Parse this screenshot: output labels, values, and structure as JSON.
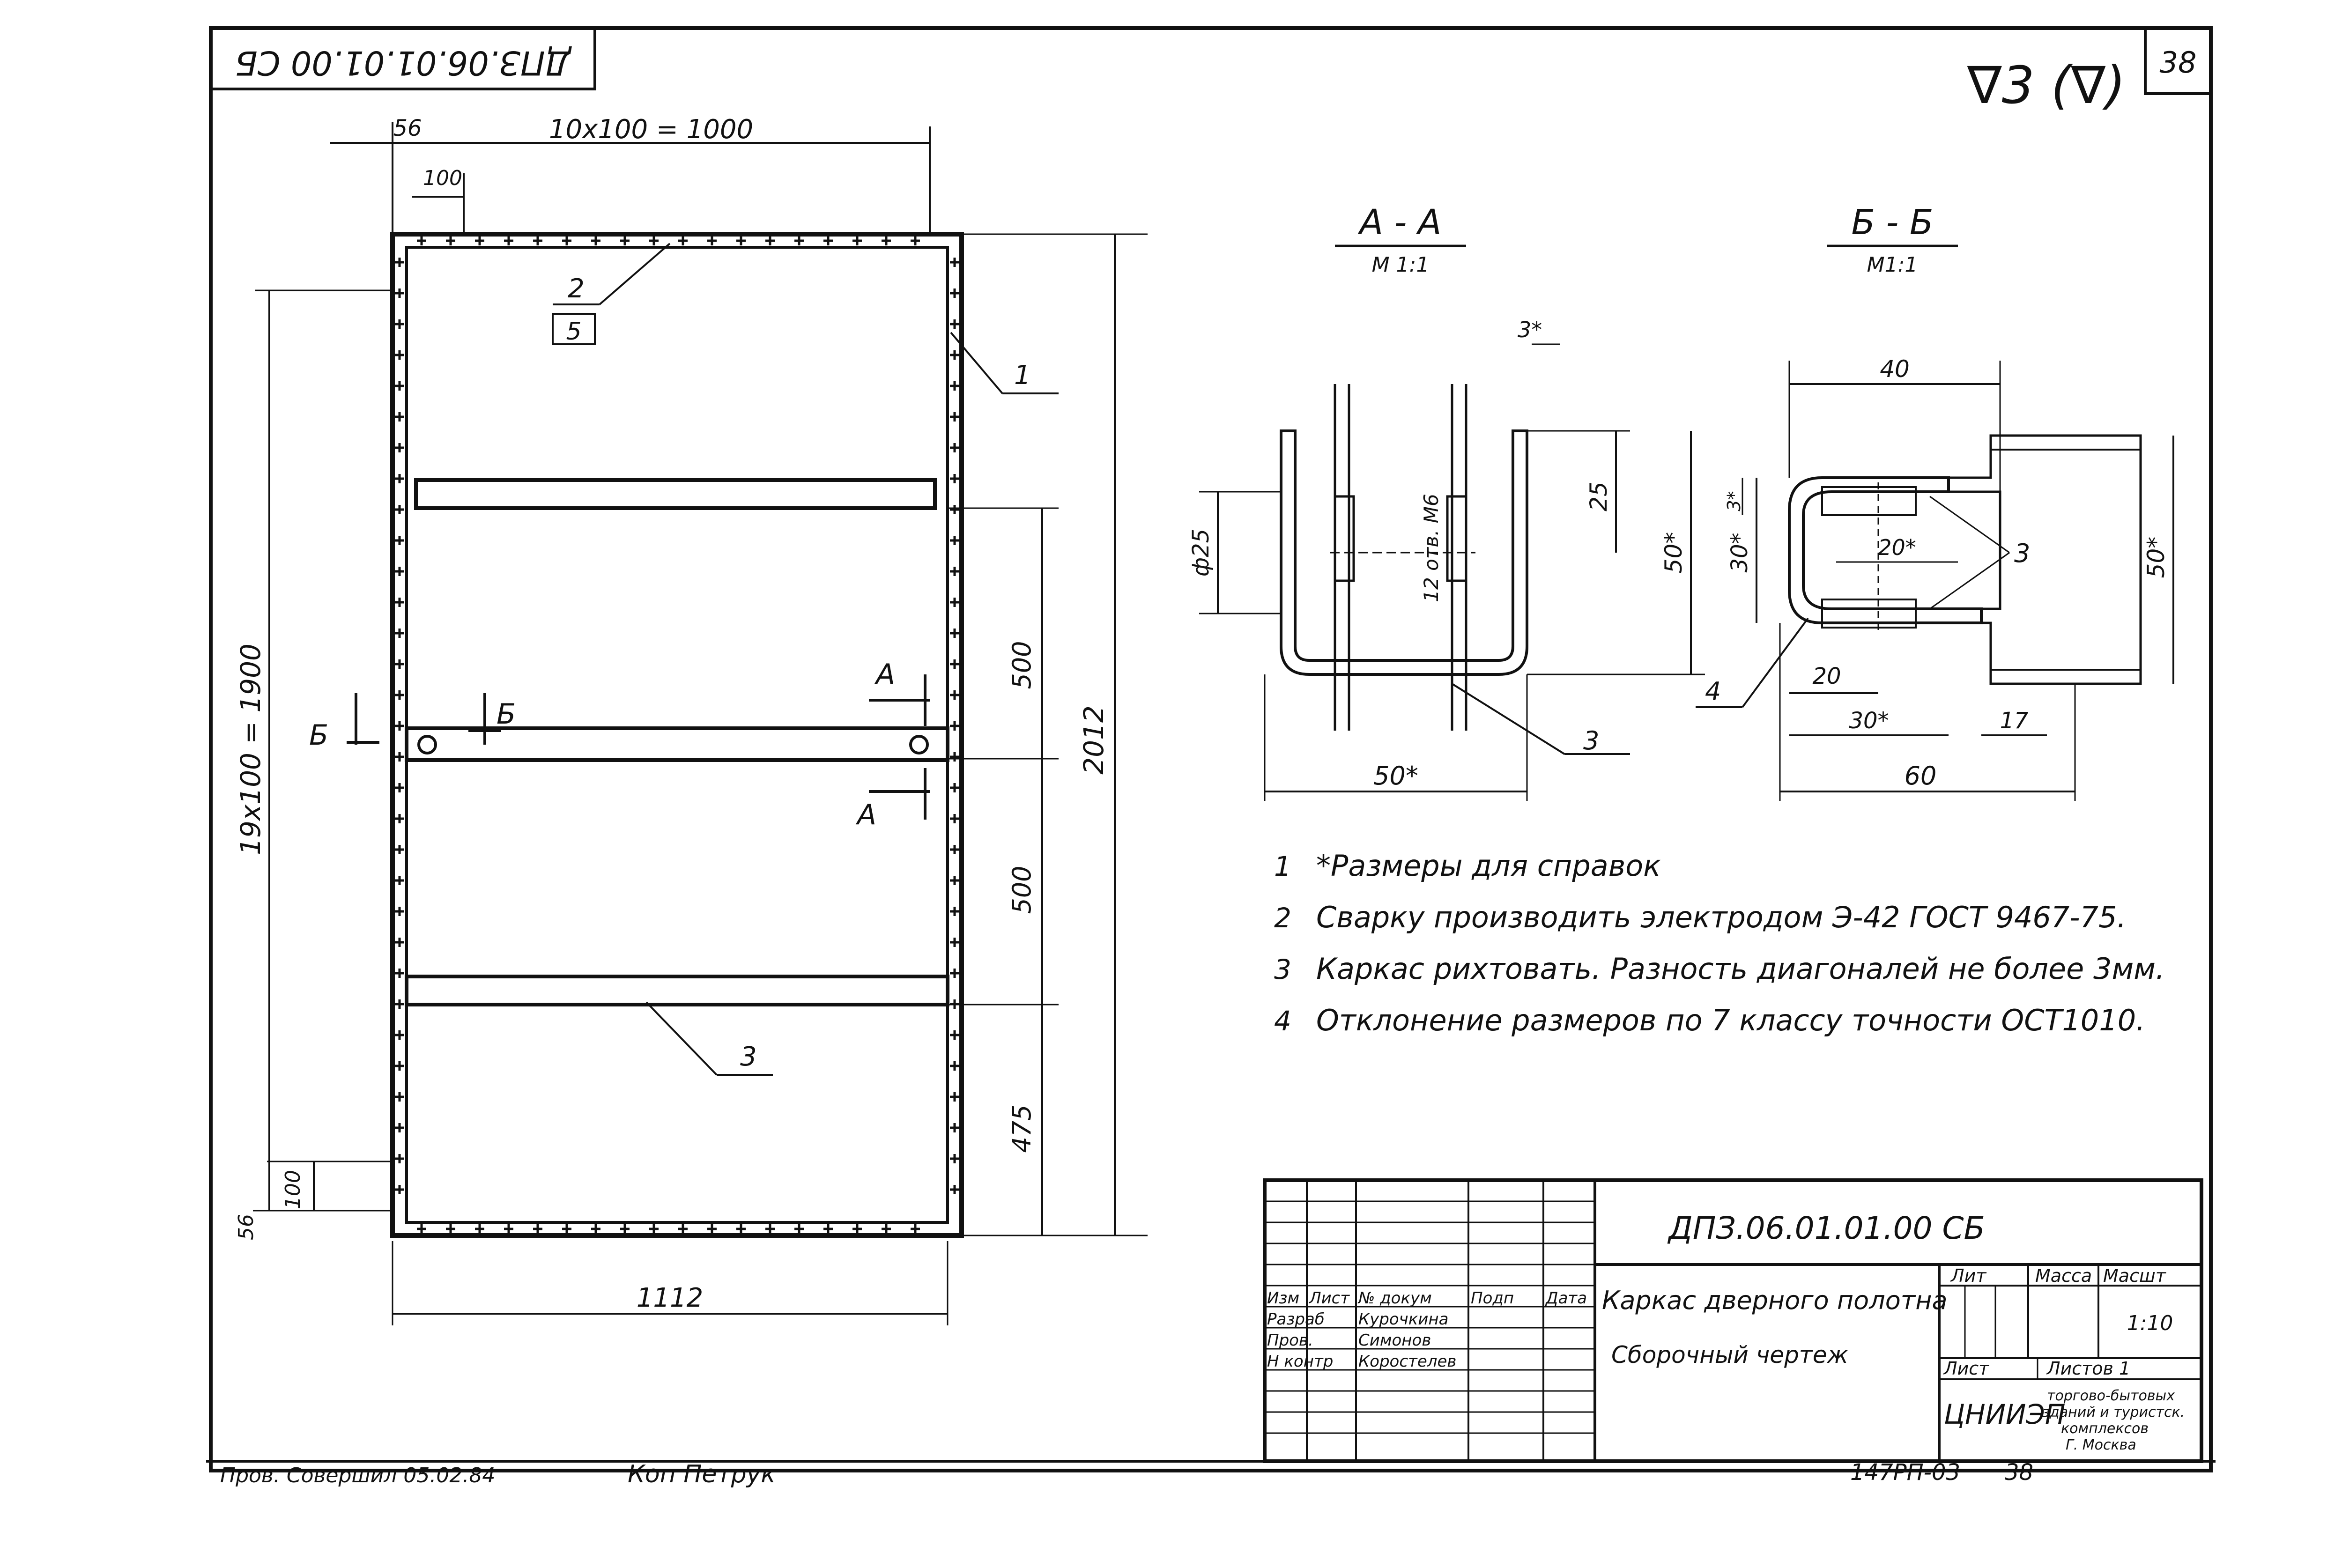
{
  "sheet": {
    "code_rotated": "ДПЗ.06.01.01.00 СБ",
    "sheet_no": "38",
    "roughness": "∇3 (∇)"
  },
  "frame_view": {
    "dim_top": "10х100 = 1000",
    "dim_56_top": "56",
    "dim_100_top": "100",
    "dim_left": "19х100 = 1900",
    "dim_right": "2012",
    "dim_500_a": "500",
    "dim_500_b": "500",
    "dim_475": "475",
    "dim_100_bottom": "100",
    "dim_56_bottom": "56",
    "dim_bottom": "1112",
    "leader_1": "1",
    "leader_2_top": "2",
    "leader_2_bottom": "5",
    "leader_3": "3",
    "section_A": "А",
    "section_B": "Б"
  },
  "section_aa": {
    "title": "А - А",
    "scale": "М 1:1",
    "dim_3": "3*",
    "dim_25": "25",
    "dim_50v": "50*",
    "dim_phi25": "ф25",
    "hole_note": "12 отв. М6",
    "dim_50h": "50*",
    "weld": "3"
  },
  "section_bb": {
    "title": "Б - Б",
    "scale": "М1:1",
    "dim_40": "40",
    "dim_3": "3*",
    "dim_30v": "30*",
    "dim_50v": "50*",
    "dim_20_inner": "20*",
    "weld": "3",
    "leader_4": "4",
    "dim_20": "20",
    "dim_30h": "30*",
    "dim_17": "17",
    "dim_60": "60"
  },
  "notes": [
    {
      "num": "1",
      "text": "*Размеры для справок"
    },
    {
      "num": "2",
      "text": "Сварку производить электродом Э-42 ГОСТ 9467-75."
    },
    {
      "num": "3",
      "text": "Каркас рихтовать. Разность диагоналей не более 3мм."
    },
    {
      "num": "4",
      "text": "Отклонение размеров по 7 классу точности ОСТ1010."
    }
  ],
  "title_block": {
    "designation": "ДПЗ.06.01.01.00 СБ",
    "cols": [
      "Изм",
      "Лист",
      "№ докум",
      "Подп",
      "Дата"
    ],
    "rows": [
      {
        "role": "Разраб",
        "name": "Курочкина"
      },
      {
        "role": "Пров.",
        "name": "Симонов"
      },
      {
        "role": "Н контр",
        "name": "Коростелев"
      }
    ],
    "name_line1": "Каркас дверного полотна",
    "name_line2": "Сборочный чертеж",
    "lit": "Лит",
    "mass": "Масса",
    "scale_h": "Масшт",
    "scale_v": "1:10",
    "sheet": "Лист",
    "sheets": "Листов 1",
    "org": "ЦНИИЭП",
    "org_desc1": "торгово-бытовых",
    "org_desc2": "зданий и туристск.",
    "org_desc3": "комплексов",
    "org_desc4": "Г. Москва"
  },
  "footer": {
    "checked": "Пров. Совершил 05.02.84",
    "copied": "Коп Петрук",
    "album": "147РП-03",
    "page": "38"
  }
}
